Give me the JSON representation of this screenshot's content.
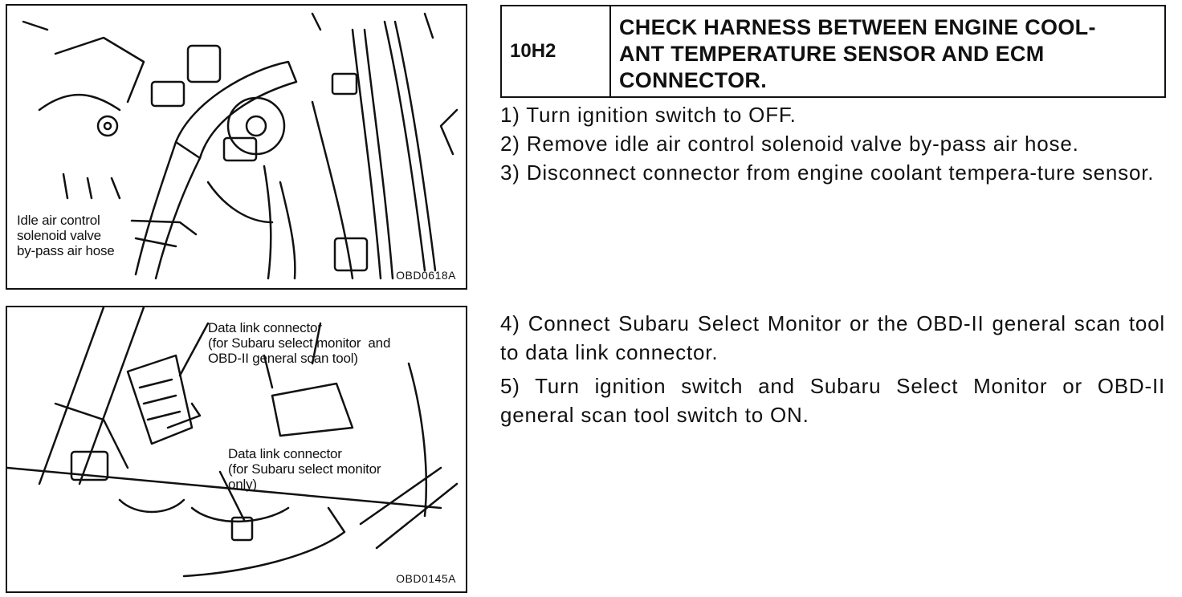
{
  "figures": {
    "fig1": {
      "callout": "Idle air control\nsolenoid valve\nby-pass air hose",
      "code": "OBD0618A"
    },
    "fig2": {
      "callout_top": "Data link connector\n(for Subaru select monitor  and\nOBD-II general scan tool)",
      "callout_bottom": "Data link connector\n(for Subaru select monitor\nonly)",
      "code": "OBD0145A"
    }
  },
  "heading": {
    "code": "10H2",
    "title": "CHECK HARNESS BETWEEN ENGINE COOL-\nANT TEMPERATURE SENSOR AND ECM\nCONNECTOR."
  },
  "steps_group1": [
    "1)  Turn ignition switch to OFF.",
    "2)  Remove idle air control solenoid valve by-pass air hose.",
    "3)  Disconnect connector from engine coolant tempera-ture sensor."
  ],
  "steps_group2": [
    "4)  Connect Subaru Select Monitor or the OBD-II general scan tool to data link connector.",
    "5)  Turn ignition switch and Subaru Select Monitor or OBD-II general scan tool switch to ON."
  ]
}
